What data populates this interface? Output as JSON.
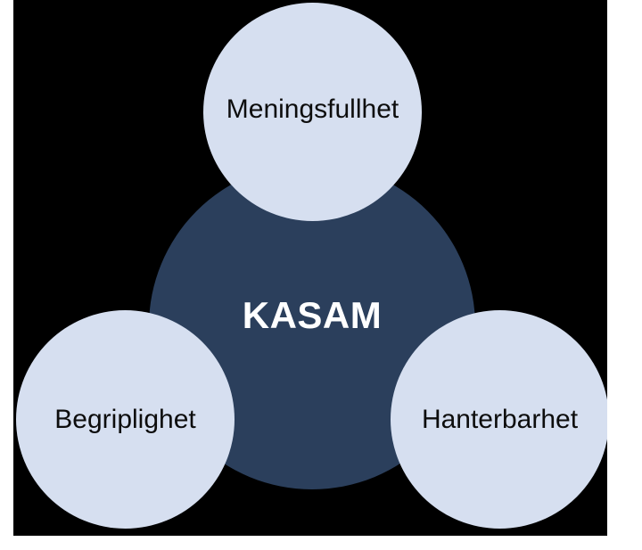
{
  "diagram": {
    "kind": "kasam-model-diagram",
    "background_color": "#000000",
    "page_color": "#ffffff",
    "hub": {
      "label": "KASAM",
      "fill_color": "#2b3f5c",
      "text_color": "#ffffff"
    },
    "satellites": [
      {
        "id": "meningsfullhet",
        "label": "Meningsfullhet",
        "position": "top",
        "fill_color": "#d6dff0",
        "text_color": "#0d0d0d"
      },
      {
        "id": "begriplighet",
        "label": "Begriplighet",
        "position": "bottom-left",
        "fill_color": "#d6dff0",
        "text_color": "#0d0d0d"
      },
      {
        "id": "hanterbarhet",
        "label": "Hanterbarhet",
        "position": "bottom-right",
        "fill_color": "#d6dff0",
        "text_color": "#0d0d0d"
      }
    ]
  }
}
